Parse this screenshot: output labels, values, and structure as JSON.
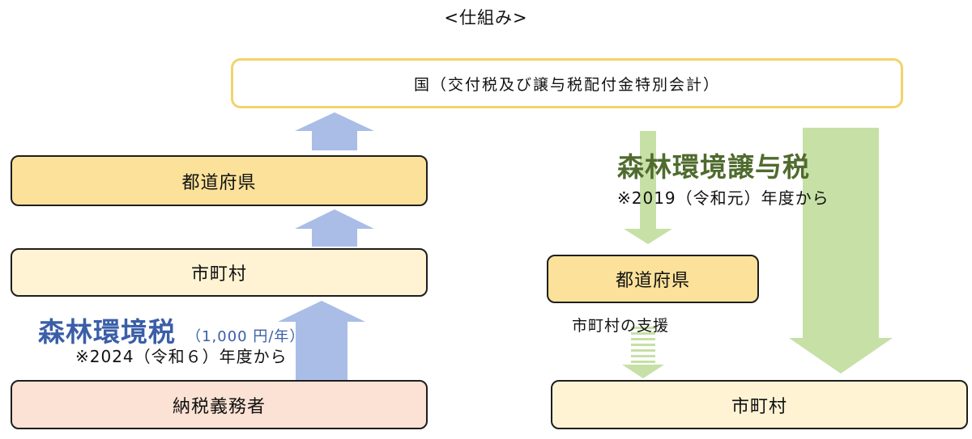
{
  "header": {
    "title": "<仕組み>"
  },
  "national": {
    "label": "国（交付税及び譲与税配付金特別会計）"
  },
  "left": {
    "prefecture": "都道府県",
    "municipality": "市町村",
    "tax_name": "森林環境税",
    "tax_amount": "（1,000 円/年）",
    "tax_start": "※2024（令和６）年度から",
    "taxpayer": "納税義務者"
  },
  "right": {
    "tax_name": "森林環境譲与税",
    "tax_start": "※2019（令和元）年度から",
    "prefecture": "都道府県",
    "support": "市町村の支援",
    "municipality": "市町村"
  },
  "colors": {
    "blue_arrow": "#a9bde6",
    "green_arrow": "#c6e0a6",
    "forest_tax_text": "#3a5ea8",
    "transfer_tax_text": "#4f6b2e",
    "prefecture_fill": "#fbe19a",
    "municipality_fill": "#fff3d4",
    "taxpayer_fill": "#fbe2d4",
    "national_border": "#f2d36b"
  }
}
